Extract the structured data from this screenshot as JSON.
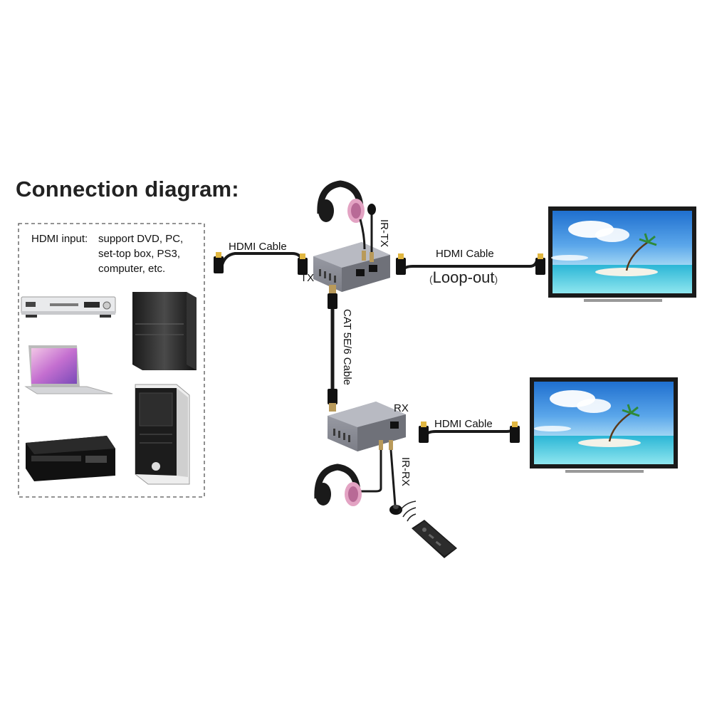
{
  "title": "Connection diagram:",
  "source": {
    "input_label": "HDMI input:",
    "line1": "support DVD, PC,",
    "line2": "set-top box, PS3,",
    "line3": "computer, etc."
  },
  "labels": {
    "hdmi_cable_in": "HDMI Cable",
    "tx": "TX",
    "ir_tx": "IR-TX",
    "hdmi_cable_loop": "HDMI Cable",
    "loop_open": "(",
    "loop_out": "Loop-out",
    "loop_close": ")",
    "cat_cable": "CAT 5E/6 Cable",
    "rx": "RX",
    "hdmi_cable_out": "HDMI Cable",
    "ir_rx": "IR-RX"
  },
  "colors": {
    "device_gray": "#8e9099",
    "cable": "#1a1a1a",
    "headphone_pink": "#e3a3c3",
    "sky": "#2f7fd6",
    "sea": "#3fc6d9"
  }
}
